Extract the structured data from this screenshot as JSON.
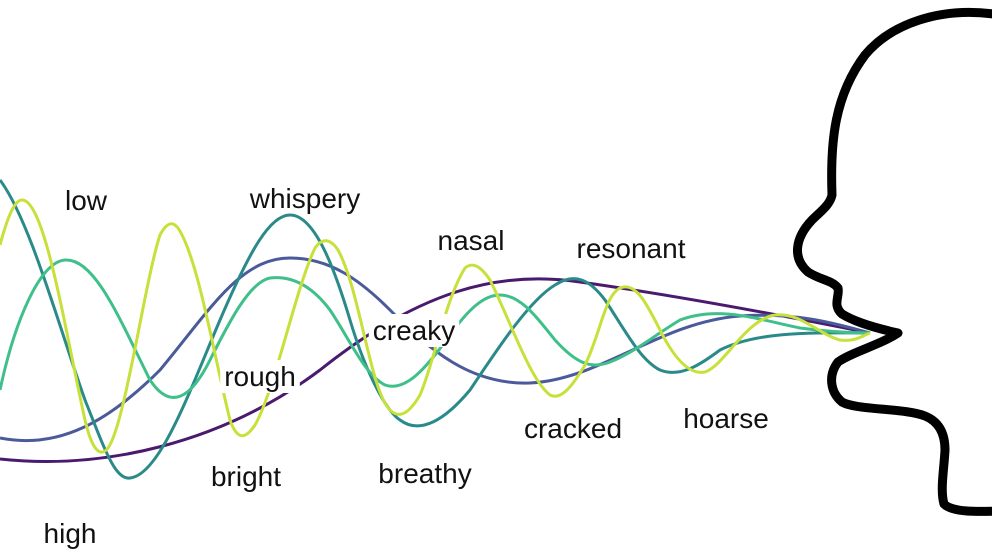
{
  "voice_qualities": [
    {
      "id": "low",
      "text": "low"
    },
    {
      "id": "high",
      "text": "high"
    },
    {
      "id": "whispery",
      "text": "whispery"
    },
    {
      "id": "rough",
      "text": "rough"
    },
    {
      "id": "bright",
      "text": "bright"
    },
    {
      "id": "creaky",
      "text": "creaky"
    },
    {
      "id": "breathy",
      "text": "breathy"
    },
    {
      "id": "nasal",
      "text": "nasal"
    },
    {
      "id": "resonant",
      "text": "resonant"
    },
    {
      "id": "cracked",
      "text": "cracked"
    },
    {
      "id": "hoarse",
      "text": "hoarse"
    }
  ],
  "wave_colors": [
    "#4a1a6e",
    "#4a5a9a",
    "#2a8a8a",
    "#3fbf8a",
    "#c8e03a"
  ],
  "head_color": "#000000"
}
